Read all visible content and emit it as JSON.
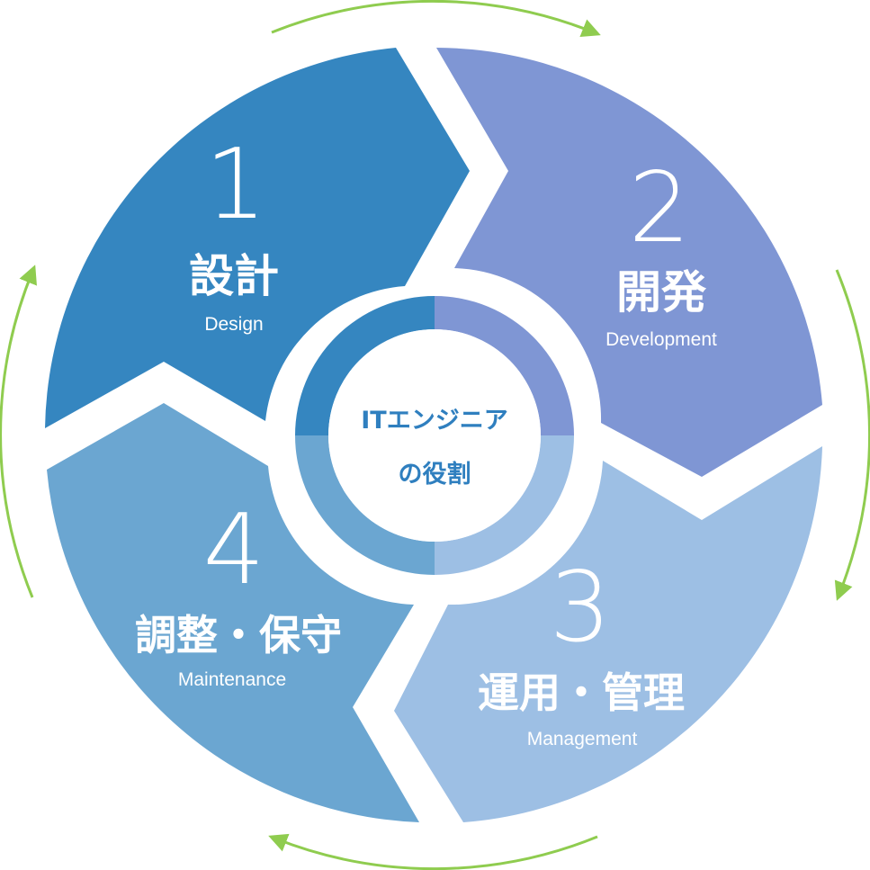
{
  "center": {
    "line1": "ITエンジニア",
    "line2": "の役割",
    "text_color": "#2f7fbf"
  },
  "steps": [
    {
      "number": "1",
      "title_jp": "設計",
      "title_en": "Design",
      "color": "#3586c0"
    },
    {
      "number": "2",
      "title_jp": "開発",
      "title_en": "Development",
      "color": "#7f96d4"
    },
    {
      "number": "3",
      "title_jp": "運用・管理",
      "title_en": "Management",
      "color": "#9dbfe4"
    },
    {
      "number": "4",
      "title_jp": "調整・保守",
      "title_en": "Maintenance",
      "color": "#6ba6d1"
    }
  ],
  "arrow_color": "#8fcc4f",
  "icons": [
    "cycle-arrow-top",
    "cycle-arrow-right",
    "cycle-arrow-bottom",
    "cycle-arrow-left"
  ]
}
